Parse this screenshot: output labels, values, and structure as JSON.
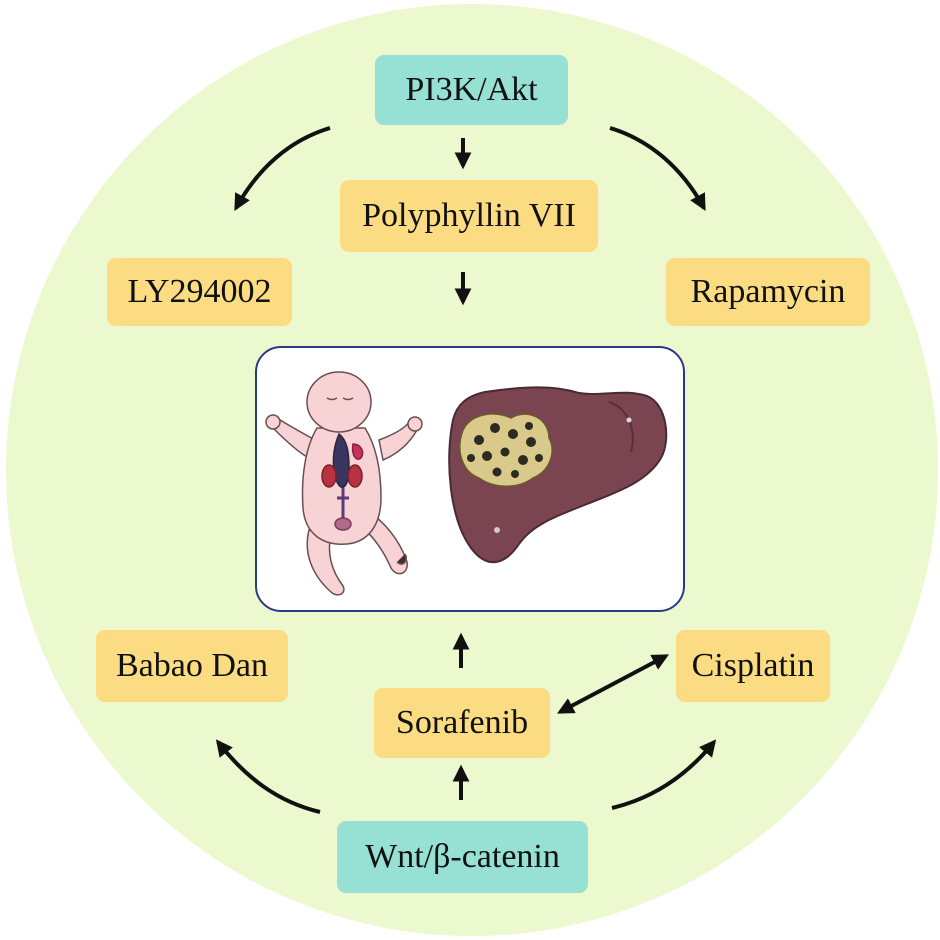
{
  "pathways": {
    "top": "PI3K/Akt",
    "bottom": "Wnt/β-catenin"
  },
  "drugs": {
    "polyphyllin": "Polyphyllin VII",
    "ly294002": "LY294002",
    "rapamycin": "Rapamycin",
    "babao_dan": "Babao Dan",
    "sorafenib": "Sorafenib",
    "cisplatin": "Cisplatin"
  },
  "illustration": {
    "infant_icon": "infant-anatomy-icon",
    "liver_icon": "liver-tumor-icon"
  },
  "colors": {
    "background_circle": "#ecf8cd",
    "pathway_box": "#97e0d4",
    "drug_box": "#fbdc82",
    "panel_border": "#2b3a86",
    "liver": "#7a4450",
    "tumor": "#d9c98a",
    "skin": "#f7d3d6"
  }
}
